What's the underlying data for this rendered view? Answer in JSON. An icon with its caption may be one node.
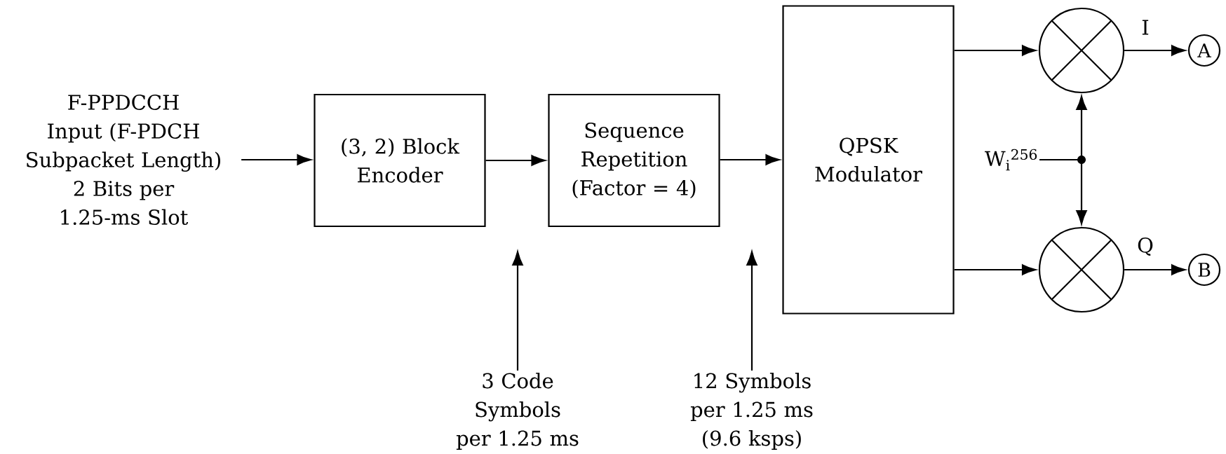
{
  "diagram": {
    "nodes": [
      {
        "text": [
          "F-PPDCCH Input (F-PDCH Subpacket Length)",
          "2 Bits per 1.25-ms Slot"
        ]
      },
      {
        "text": [
          "(3, 2) Block Encoder"
        ]
      },
      {
        "text": [
          "Sequence Repetition (Factor = 4)"
        ]
      },
      {
        "text": [
          "QPSK Modulator"
        ]
      },
      {
        "text": [],
        "shape": "circle"
      },
      {
        "text": [],
        "shape": "circle"
      },
      {
        "text": [
          "A"
        ]
      },
      {
        "text": [
          "B"
        ]
      },
      {
        "text": [
          "W$_{i}$$^{256}$"
        ]
      },
      {
        "text": [
          "3 Code Symbols per 1.25 ms"
        ]
      },
      {
        "text": [
          "12 Symbols per 1.25 ms (9.6 ksps)"
        ]
      }
    ],
    "edges": [
      {
        "from": 0,
        "to": 1,
        "arrow": "to"
      },
      {
        "from": 1,
        "to": 2,
        "arrow": "to"
      },
      {
        "from": 2,
        "to": 3,
        "arrow": "to"
      },
      {
        "from": 3,
        "to": 4,
        "arrow": "to"
      },
      {
        "from": 3,
        "to": 5,
        "arrow": "to"
      },
      {
        "from": 4,
        "to": 6,
        "arrow": "to",
        "label": "I"
      },
      {
        "from": 5,
        "to": 7,
        "arrow": "to",
        "label": "Q"
      },
      {
        "from": 8,
        "to": 4,
        "arrow": "to"
      },
      {
        "from": 8,
        "to": 5,
        "arrow": "to"
      },
      {
        "from": 9,
        "to": null,
        "arrow": "to"
      },
      {
        "from": 10,
        "to": null,
        "arrow": "to"
      }
    ]
  }
}
